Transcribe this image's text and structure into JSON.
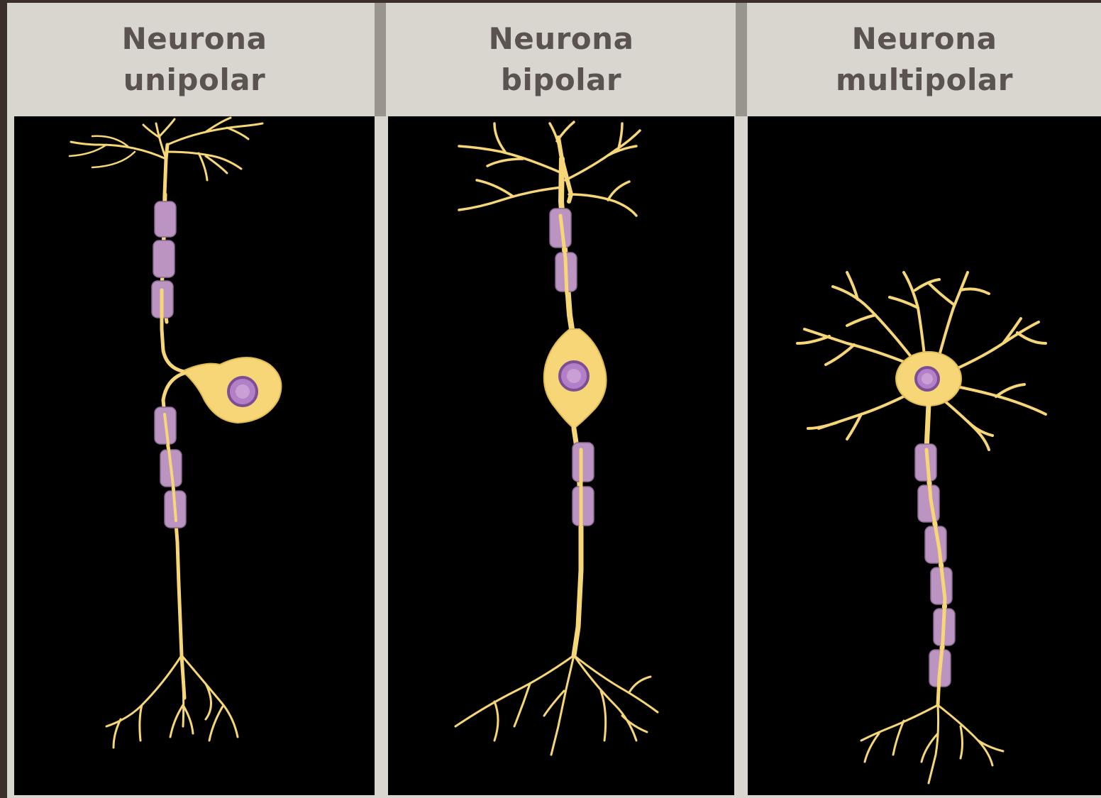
{
  "panels": [
    {
      "title": [
        "Neurona",
        "unipolar"
      ]
    },
    {
      "title": [
        "Neurona",
        "bipolar"
      ]
    },
    {
      "title": [
        "Neurona",
        "multipolar"
      ]
    }
  ],
  "colors": {
    "neuron": "#f6d676",
    "myelin": "#bb94c2",
    "nucleus": "#b37fc6",
    "header_bg": "#d9d6cf",
    "panel_bg": "#000000",
    "title_text": "#5a5350"
  }
}
